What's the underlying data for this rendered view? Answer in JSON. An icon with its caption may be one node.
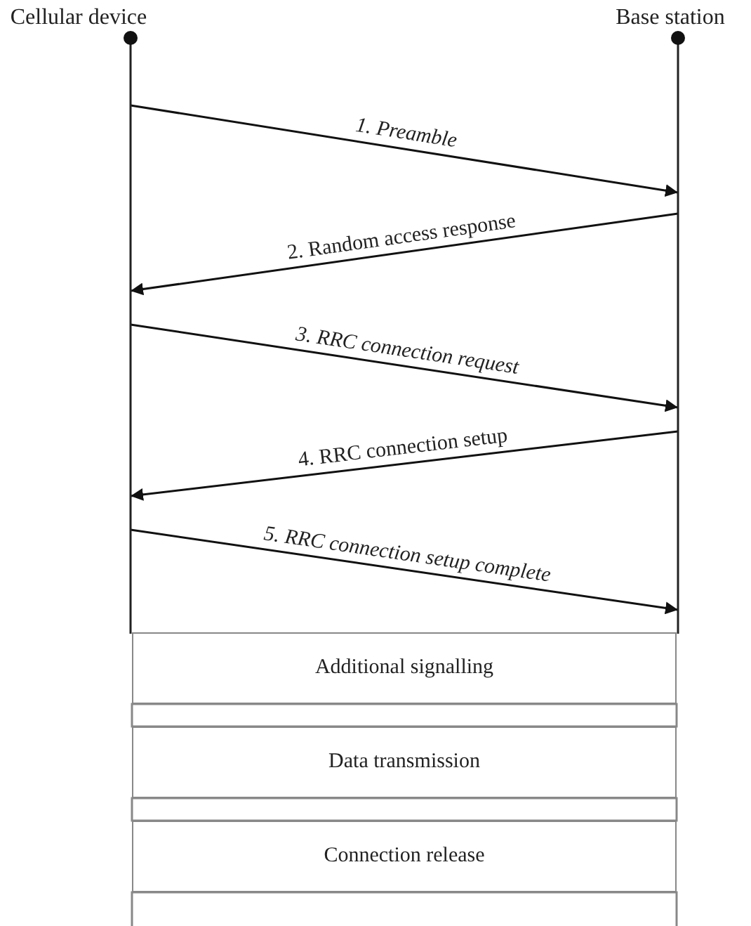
{
  "diagram": {
    "nodes": [
      {
        "text": [
          "Cellular device"
        ]
      },
      {
        "text": [
          "Base station"
        ]
      },
      {
        "text": [
          "Additional signalling"
        ]
      },
      {
        "text": [
          "Data transmission"
        ]
      },
      {
        "text": [
          "Connection release"
        ]
      }
    ],
    "edges": [
      {
        "from": 0,
        "to": 1,
        "arrow": "to",
        "label": "1. Preamble"
      },
      {
        "from": 1,
        "to": 0,
        "arrow": "to",
        "label": "2. Random access response"
      },
      {
        "from": 0,
        "to": 1,
        "arrow": "to",
        "label": "3. RRC connection request"
      },
      {
        "from": 1,
        "to": 0,
        "arrow": "to",
        "label": "4. RRC connection setup"
      },
      {
        "from": 0,
        "to": 1,
        "arrow": "to",
        "label": "5. RRC connection setup complete"
      }
    ]
  }
}
